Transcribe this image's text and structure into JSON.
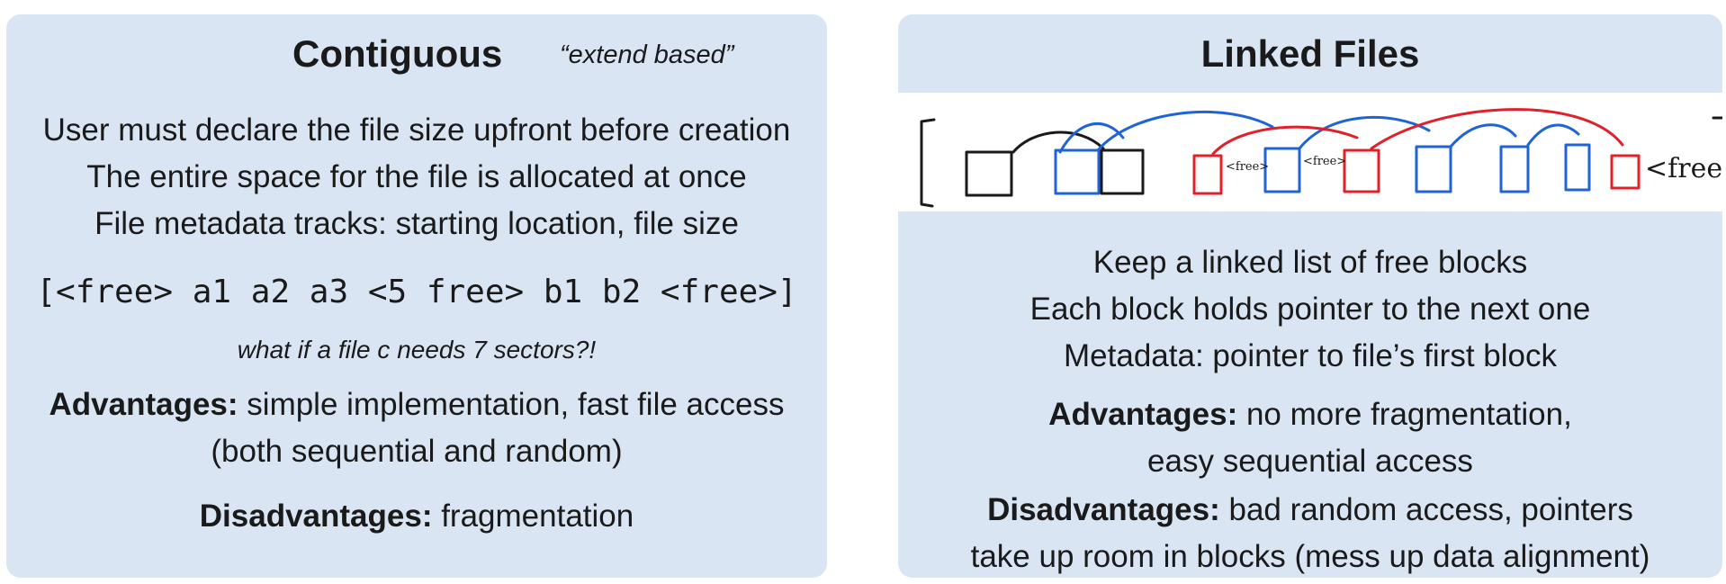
{
  "contiguous": {
    "title": "Contiguous",
    "subtitle": "“extend based”",
    "lines": [
      "User must declare the file size upfront before creation",
      "The entire space for the file is allocated at once",
      "File metadata tracks: starting location, file size"
    ],
    "example": "[<free> a1 a2 a3 <5 free> b1 b2 <free>]",
    "question": "what if a file c needs 7 sectors?!",
    "advantages_label": "Advantages:",
    "advantages_text": " simple implementation, fast file access",
    "advantages_text2": "(both sequential and random)",
    "disadvantages_label": "Disadvantages:",
    "disadvantages_text": " fragmentation"
  },
  "linked": {
    "title": "Linked Files",
    "diagram_free_labels": [
      "<free>",
      "<free>",
      "<free>"
    ],
    "lines": [
      "Keep a linked list of free blocks",
      "Each block holds pointer to the next one",
      "Metadata: pointer to file’s first block"
    ],
    "advantages_label": "Advantages:",
    "advantages_text": " no more fragmentation,",
    "advantages_text2": "easy sequential access",
    "disadvantages_label": "Disadvantages:",
    "disadvantages_text": " bad random access, pointers",
    "disadvantages_text2": "take up room in blocks (mess up data alignment)"
  },
  "colors": {
    "panel": "#d9e5f3",
    "ink": "#1a1a1a",
    "blue": "#1f63d6",
    "red": "#e0202a"
  }
}
